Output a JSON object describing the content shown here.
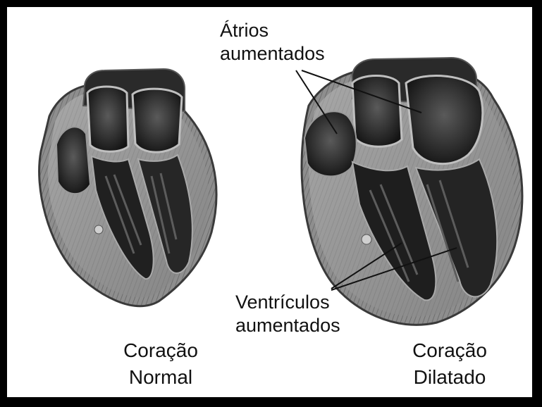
{
  "labels": {
    "atria_line1": "Átrios",
    "atria_line2": "aumentados",
    "ventricles_line1": "Ventrículos",
    "ventricles_line2": "aumentados",
    "normal_line1": "Coração",
    "normal_line2": "Normal",
    "dilated_line1": "Coração",
    "dilated_line2": "Dilatado"
  },
  "colors": {
    "frame": "#000000",
    "background": "#ffffff",
    "myocardium": "#9c9c9c",
    "chamber": "#1e1e1e",
    "text": "#111111"
  }
}
